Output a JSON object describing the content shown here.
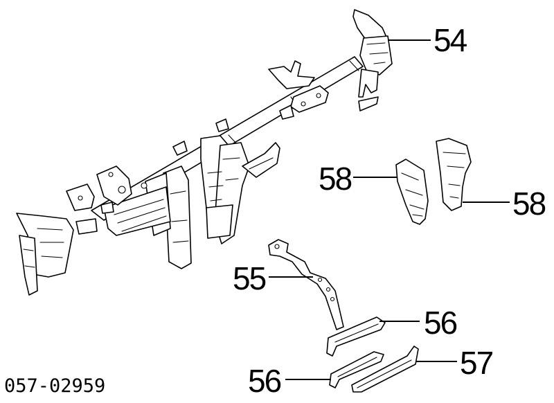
{
  "callouts": [
    {
      "id": "c54",
      "label": "54"
    },
    {
      "id": "c58a",
      "label": "58"
    },
    {
      "id": "c58b",
      "label": "58"
    },
    {
      "id": "c55",
      "label": "55"
    },
    {
      "id": "c56a",
      "label": "56"
    },
    {
      "id": "c56b",
      "label": "56"
    },
    {
      "id": "c57",
      "label": "57"
    }
  ],
  "diagram_code": "057-02959"
}
